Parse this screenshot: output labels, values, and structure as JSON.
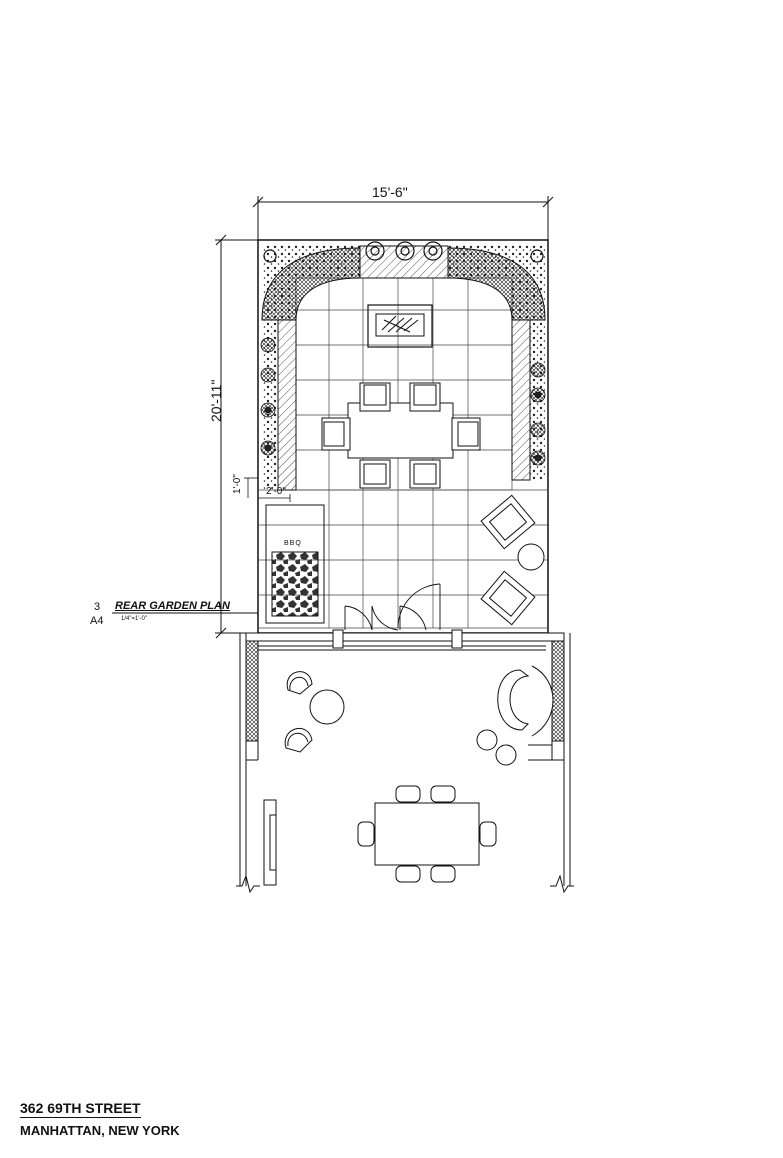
{
  "plan": {
    "width_dimension": "15'-6\"",
    "height_dimension": "20'-11\"",
    "offset_dimension_1": "1'-0\"",
    "offset_dimension_2": "2'-0\"",
    "bbq_label": "BBQ"
  },
  "callout": {
    "number": "3",
    "sheet": "A4",
    "title": "REAR GARDEN PLAN",
    "scale": "1/4\"=1'-0\""
  },
  "address": {
    "line1": "362 69TH STREET",
    "line2": "MANHATTAN, NEW YORK"
  }
}
